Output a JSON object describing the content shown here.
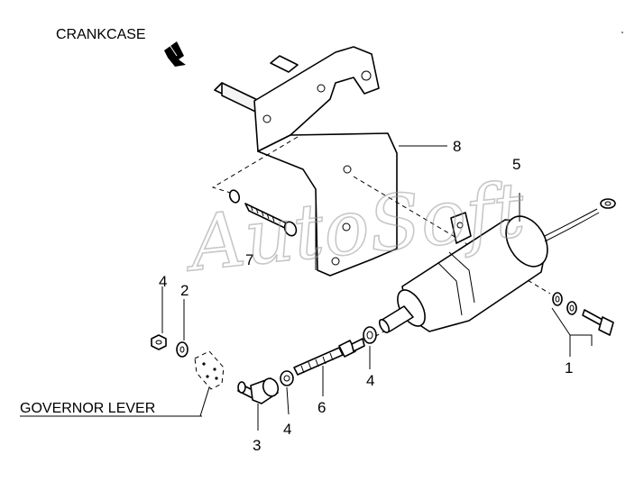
{
  "labels": {
    "crankcase": "CRANKCASE",
    "governor_lever": "GOVERNOR LEVER"
  },
  "parts": {
    "p1": "1",
    "p2": "2",
    "p3": "3",
    "p4a": "4",
    "p4b": "4",
    "p4c": "4",
    "p5": "5",
    "p6": "6",
    "p7": "7",
    "p8": "8"
  },
  "watermark": "AutoSoft",
  "colors": {
    "line": "#000000",
    "background": "#ffffff",
    "watermark": "#9a9a9a"
  }
}
